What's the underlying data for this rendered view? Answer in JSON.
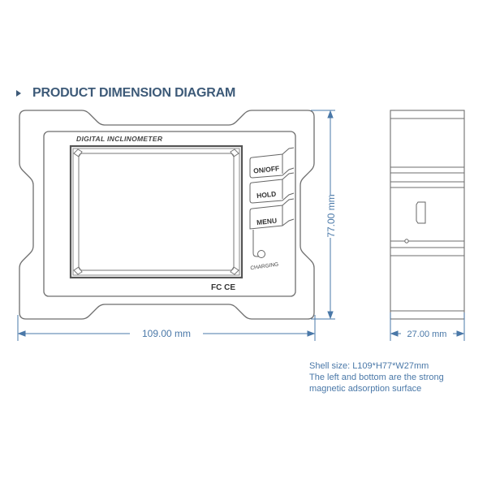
{
  "heading": {
    "title": "PRODUCT DIMENSION DIAGRAM",
    "bullet_icon": "triangle-right-icon"
  },
  "front_view": {
    "label": "DIGITAL INCLINOMETER",
    "buttons": [
      {
        "label": "ON/OFF"
      },
      {
        "label": "HOLD"
      },
      {
        "label": "MENU"
      }
    ],
    "charging_label": "CHARGING",
    "certifications": "FC CE"
  },
  "dimensions": {
    "width": "109.00 mm",
    "height": "77.00 mm",
    "depth": "27.00 mm"
  },
  "notes": [
    "Shell size: L109*H77*W27mm",
    "The left and bottom are the strong",
    "magnetic adsorption surface"
  ],
  "colors": {
    "heading": "#3d5a78",
    "dimension": "#4a78a8",
    "outline": "#6e6e6e"
  }
}
